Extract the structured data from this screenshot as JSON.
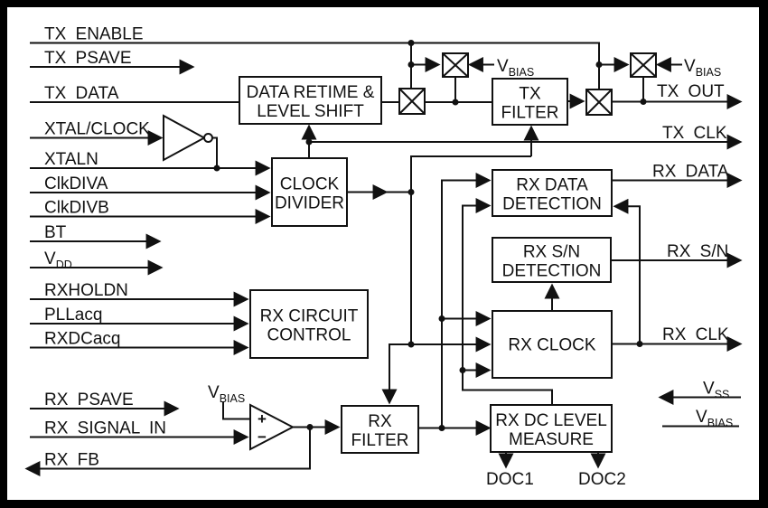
{
  "colors": {
    "line": "#111111",
    "background": "#ffffff",
    "frame": "#000000"
  },
  "left_signals": {
    "tx_enable": "TX ENABLE",
    "tx_psave": "TX PSAVE",
    "tx_data": "TX DATA",
    "xtal_clock": "XTAL/CLOCK",
    "xtaln": "XTALN",
    "clkdiva": "ClkDIVA",
    "clkdivb": "ClkDIVB",
    "bt": "BT",
    "vdd": {
      "main": "V",
      "sub": "DD"
    },
    "rxholdn": "RXHOLDN",
    "pllacq": "PLLacq",
    "rxdcacq": "RXDCacq",
    "rx_psave": "RX PSAVE",
    "rx_signal_in": "RX SIGNAL IN",
    "rx_fb": "RX FB"
  },
  "right_signals": {
    "tx_out": "TX OUT",
    "tx_clk": "TX CLK",
    "rx_data": "RX DATA",
    "rx_sn": "RX S/N",
    "rx_clk": "RX CLK",
    "vss": {
      "main": "V",
      "sub": "SS"
    },
    "vbias": {
      "main": "V",
      "sub": "BIAS"
    }
  },
  "bottom_outputs": {
    "doc1": "DOC1",
    "doc2": "DOC2"
  },
  "bias_label": {
    "main": "V",
    "sub": "BIAS"
  },
  "opamp": {
    "plus": "+",
    "minus": "−"
  },
  "blocks": {
    "data_retime": {
      "line1": "DATA RETIME &",
      "line2": "LEVEL SHIFT"
    },
    "clock_divider": {
      "line1": "CLOCK",
      "line2": "DIVIDER"
    },
    "tx_filter": {
      "line1": "TX",
      "line2": "FILTER"
    },
    "rx_data_detection": {
      "line1": "RX DATA",
      "line2": "DETECTION"
    },
    "rx_sn_detection": {
      "line1": "RX S/N",
      "line2": "DETECTION"
    },
    "rx_clock": {
      "line1": "RX CLOCK"
    },
    "rx_circuit_control": {
      "line1": "RX CIRCUIT",
      "line2": "CONTROL"
    },
    "rx_filter": {
      "line1": "RX",
      "line2": "FILTER"
    },
    "rx_dc_level": {
      "line1": "RX DC LEVEL",
      "line2": "MEASURE"
    }
  }
}
